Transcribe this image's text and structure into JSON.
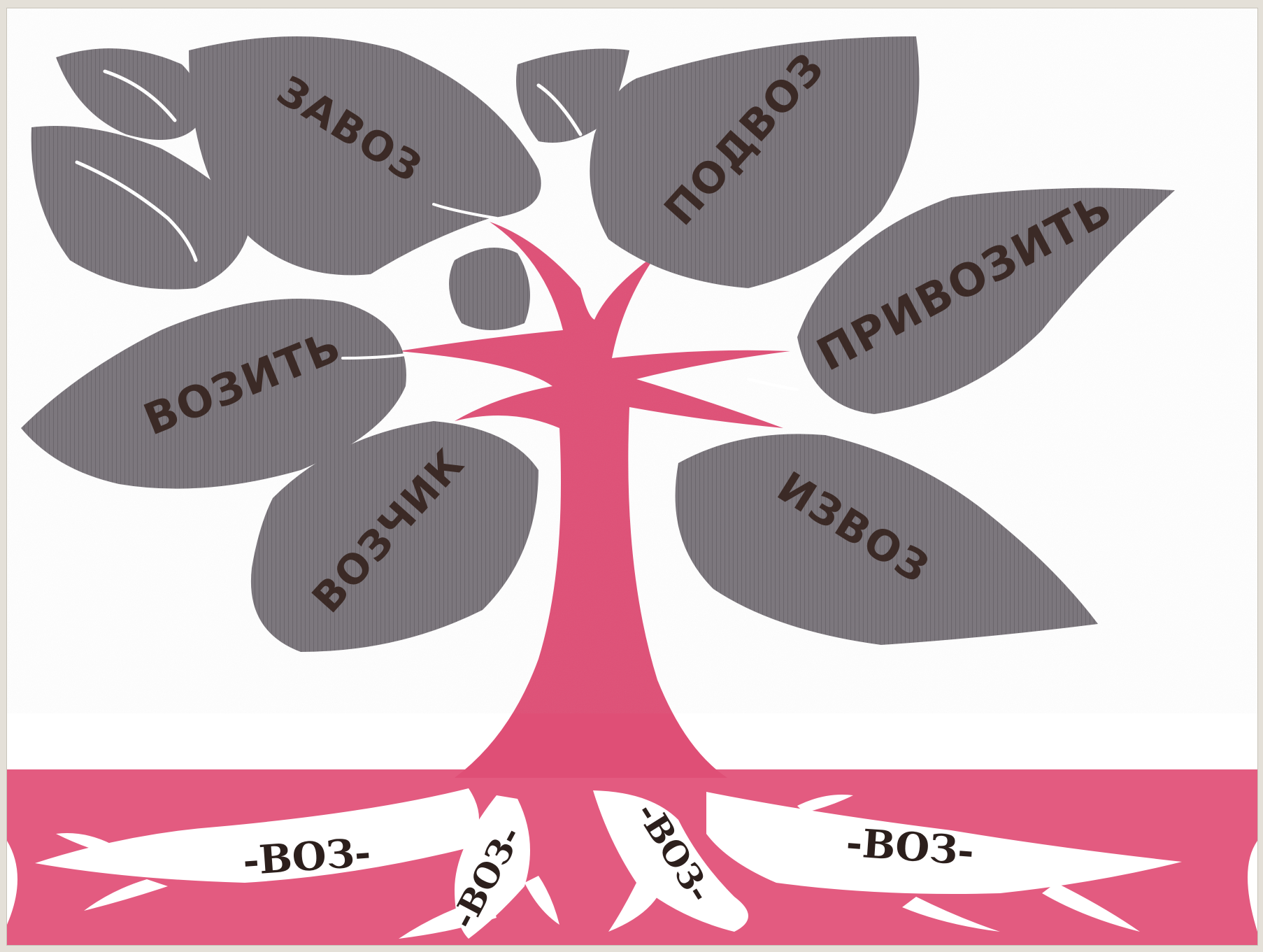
{
  "colors": {
    "leaf": "#7b767c",
    "leaf_dark": "#686369",
    "trunk": "#df4f76",
    "ground": "#e35b80",
    "vein": "#ffffff",
    "text": "#3b2a26",
    "background": "#ffffff"
  },
  "leaves": {
    "zavoz": "ЗАВОЗ",
    "podvoz": "ПОДВОЗ",
    "privozit": "ПРИВОЗИТЬ",
    "vozit": "ВОЗИТЬ",
    "vozchik": "ВОЗЧИК",
    "izvoz": "ИЗВОЗ"
  },
  "roots": {
    "root1": "-ВОЗ-",
    "root2": "-ВОЗ-",
    "root3": "-ВОЗ-",
    "root4": "-ВОЗ-"
  }
}
